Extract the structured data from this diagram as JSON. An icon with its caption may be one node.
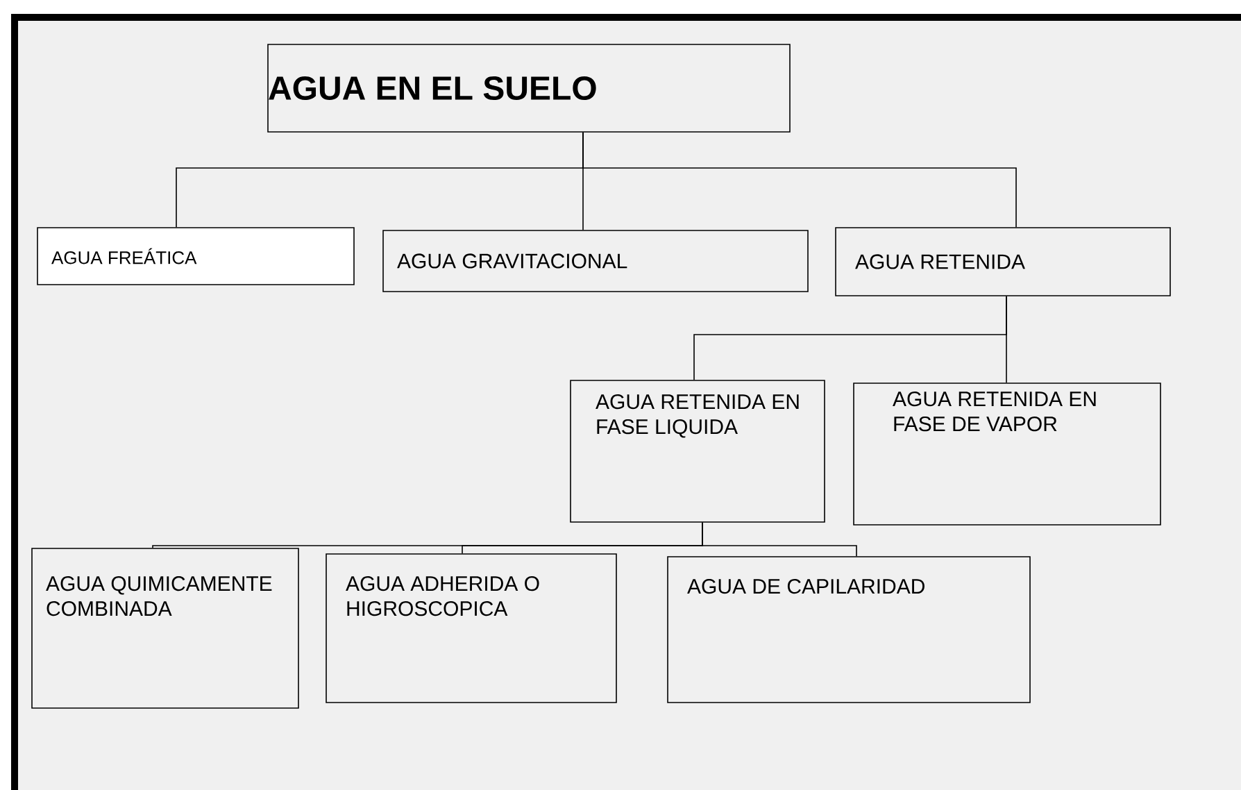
{
  "diagram": {
    "nodes": [
      {
        "text": [
          "AGUA EN EL SUELO"
        ]
      },
      {
        "text": [
          "AGUA FREÁTICA"
        ]
      },
      {
        "text": [
          "AGUA GRAVITACIONAL"
        ]
      },
      {
        "text": [
          "AGUA RETENIDA"
        ]
      },
      {
        "text": [
          "AGUA RETENIDA EN FASE LIQUIDA"
        ]
      },
      {
        "text": [
          "AGUA RETENIDA EN FASE DE VAPOR"
        ]
      },
      {
        "text": [
          "AGUA QUIMICAMENTE COMBINADA"
        ]
      },
      {
        "text": [
          "AGUA ADHERIDA O HIGROSCOPICA"
        ]
      },
      {
        "text": [
          "AGUA DE CAPILARIDAD"
        ]
      }
    ],
    "edges": [
      {
        "from": 0,
        "to": 1,
        "arrow": "none"
      },
      {
        "from": 0,
        "to": 2,
        "arrow": "none"
      },
      {
        "from": 0,
        "to": 3,
        "arrow": "none"
      },
      {
        "from": 3,
        "to": 4,
        "arrow": "none"
      },
      {
        "from": 3,
        "to": 5,
        "arrow": "none"
      },
      {
        "from": 4,
        "to": 6,
        "arrow": "none"
      },
      {
        "from": 4,
        "to": 7,
        "arrow": "none"
      },
      {
        "from": 4,
        "to": 8,
        "arrow": "none"
      }
    ]
  }
}
